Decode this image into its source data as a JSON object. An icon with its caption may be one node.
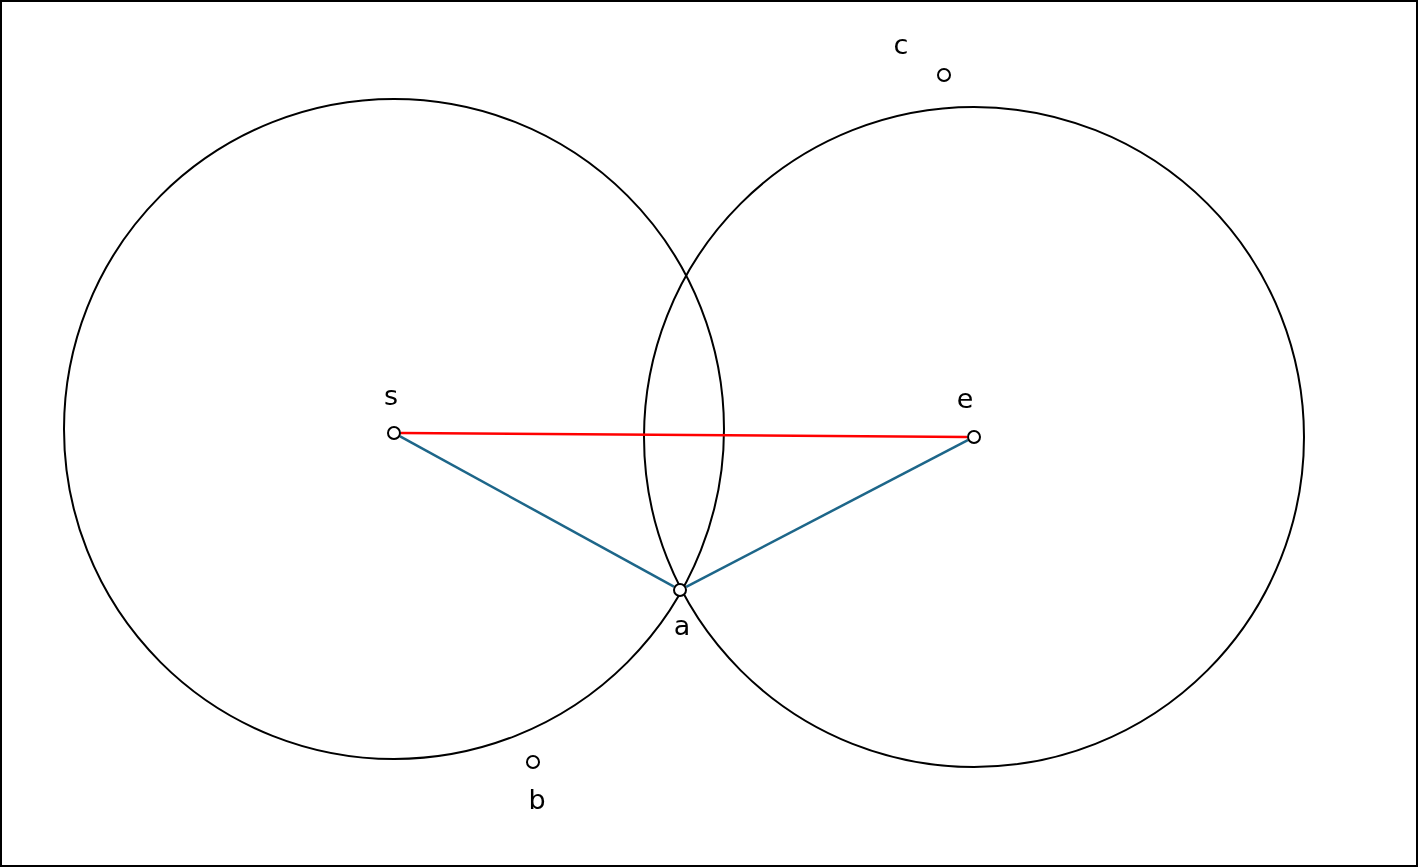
{
  "diagram": {
    "nodes": [
      {
        "text": [],
        "shape": "circle",
        "beside": [
          "c"
        ]
      },
      {
        "text": [],
        "shape": "circle",
        "beside": [
          "s"
        ]
      },
      {
        "text": [],
        "shape": "circle",
        "beside": [
          "e"
        ]
      },
      {
        "text": [],
        "shape": "circle",
        "beside": [
          "a"
        ]
      },
      {
        "text": [],
        "shape": "circle",
        "beside": [
          "b"
        ]
      }
    ],
    "edges": [
      {
        "from": 1,
        "to": 2,
        "arrow": "none",
        "color": "#ff0000"
      },
      {
        "from": 1,
        "to": 3,
        "arrow": "none"
      },
      {
        "from": 3,
        "to": 2,
        "arrow": "none"
      }
    ]
  }
}
